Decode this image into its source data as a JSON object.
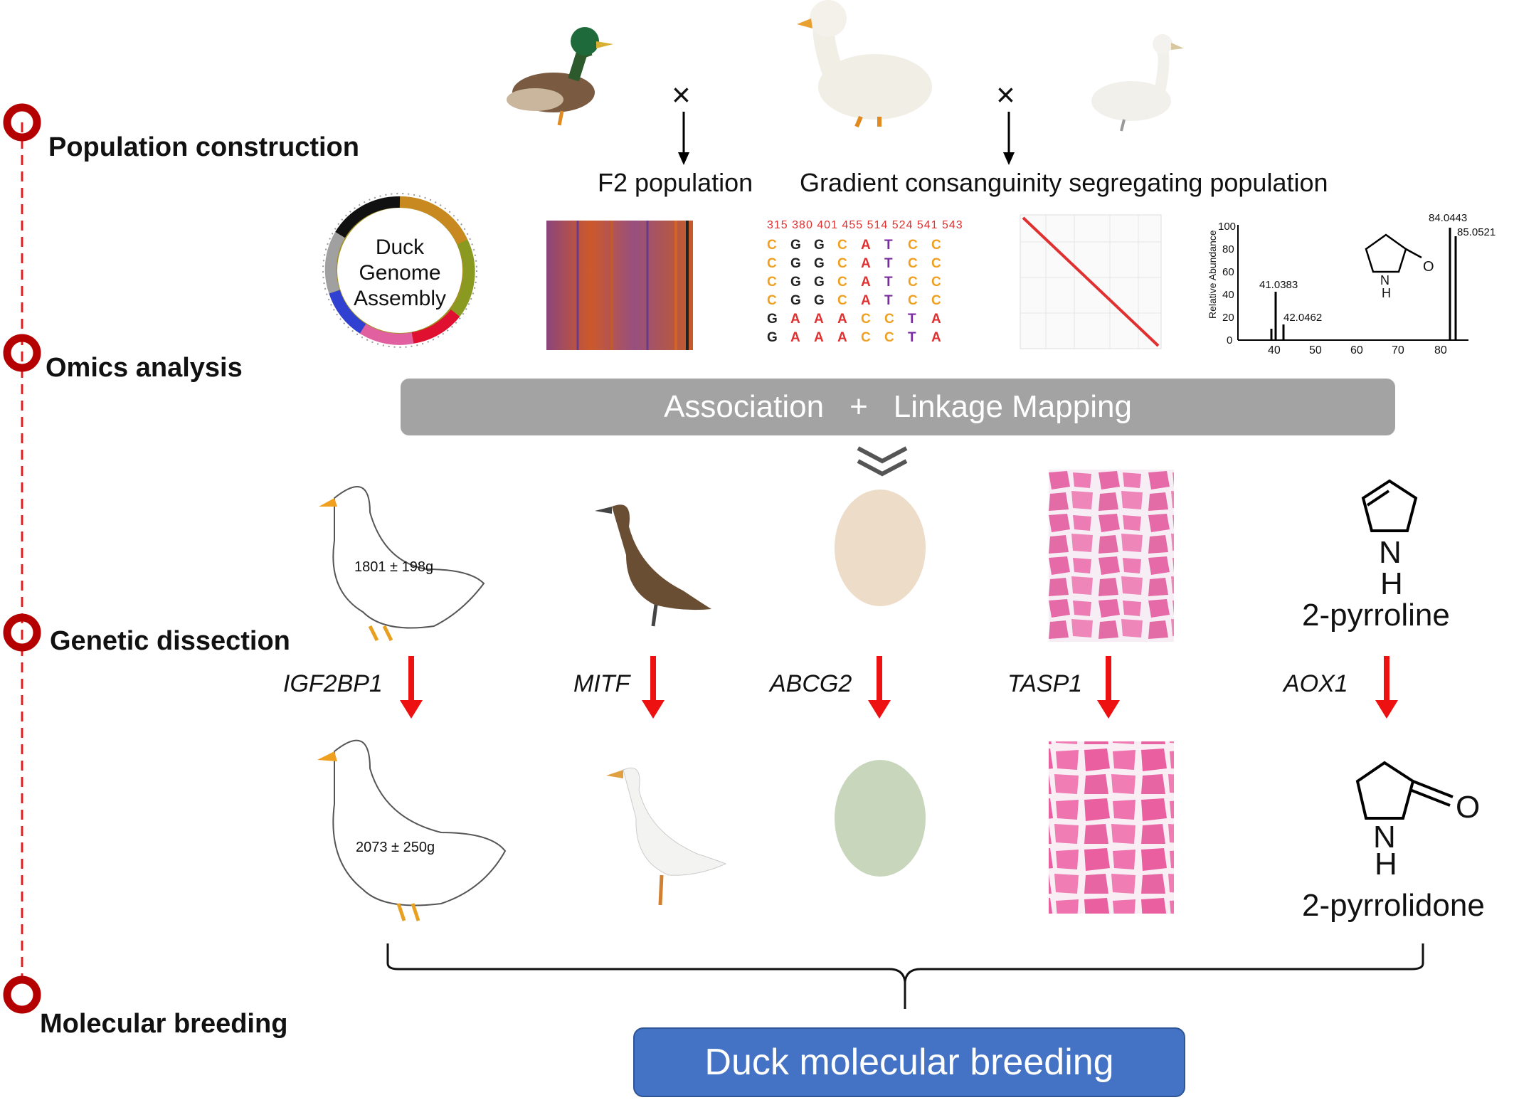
{
  "stages": [
    {
      "label": "Population construction"
    },
    {
      "label": "Omics analysis"
    },
    {
      "label": "Genetic dissection"
    },
    {
      "label": "Molecular breeding"
    }
  ],
  "cross_symbol": "×",
  "captions": {
    "f2": "F2 population",
    "gradient": "Gradient consanguinity segregating population"
  },
  "genome": {
    "line1": "Duck",
    "line2": "Genome",
    "line3": "Assembly"
  },
  "snp": {
    "positions": "315 380 401 455 514 524 541 543",
    "rows": [
      "CGGCATCC",
      "CGGCATCC",
      "CGGCATCC",
      "CGGCATCC",
      "GAAACCTA",
      "GAAACCTA"
    ]
  },
  "spectrum": {
    "ylabel": "Relative Abundance",
    "yticks": [
      "100",
      "80",
      "60",
      "40",
      "20",
      "0"
    ],
    "xticks": [
      "40",
      "50",
      "60",
      "70",
      "80"
    ],
    "peaks": [
      "84.0443",
      "85.0521",
      "41.0383",
      "42.0462"
    ],
    "atom_O": "O",
    "atom_N": "N",
    "atom_H": "H"
  },
  "banner": {
    "left": "Association",
    "plus": "+",
    "right": "Linkage Mapping"
  },
  "traits": {
    "weight_before": "1801 ± 198g",
    "weight_after": "2073 ± 250g"
  },
  "genes": [
    "IGF2BP1",
    "MITF",
    "ABCG2",
    "TASP1",
    "AOX1"
  ],
  "molecules": {
    "before": "2-pyrroline",
    "after": "2-pyrrolidone",
    "N": "N",
    "H": "H",
    "O": "O"
  },
  "final": "Duck molecular breeding",
  "colors": {
    "timeline": "#e02020",
    "arrow": "#ee1111",
    "banner": "#a3a3a3",
    "final": "#4472c4"
  }
}
